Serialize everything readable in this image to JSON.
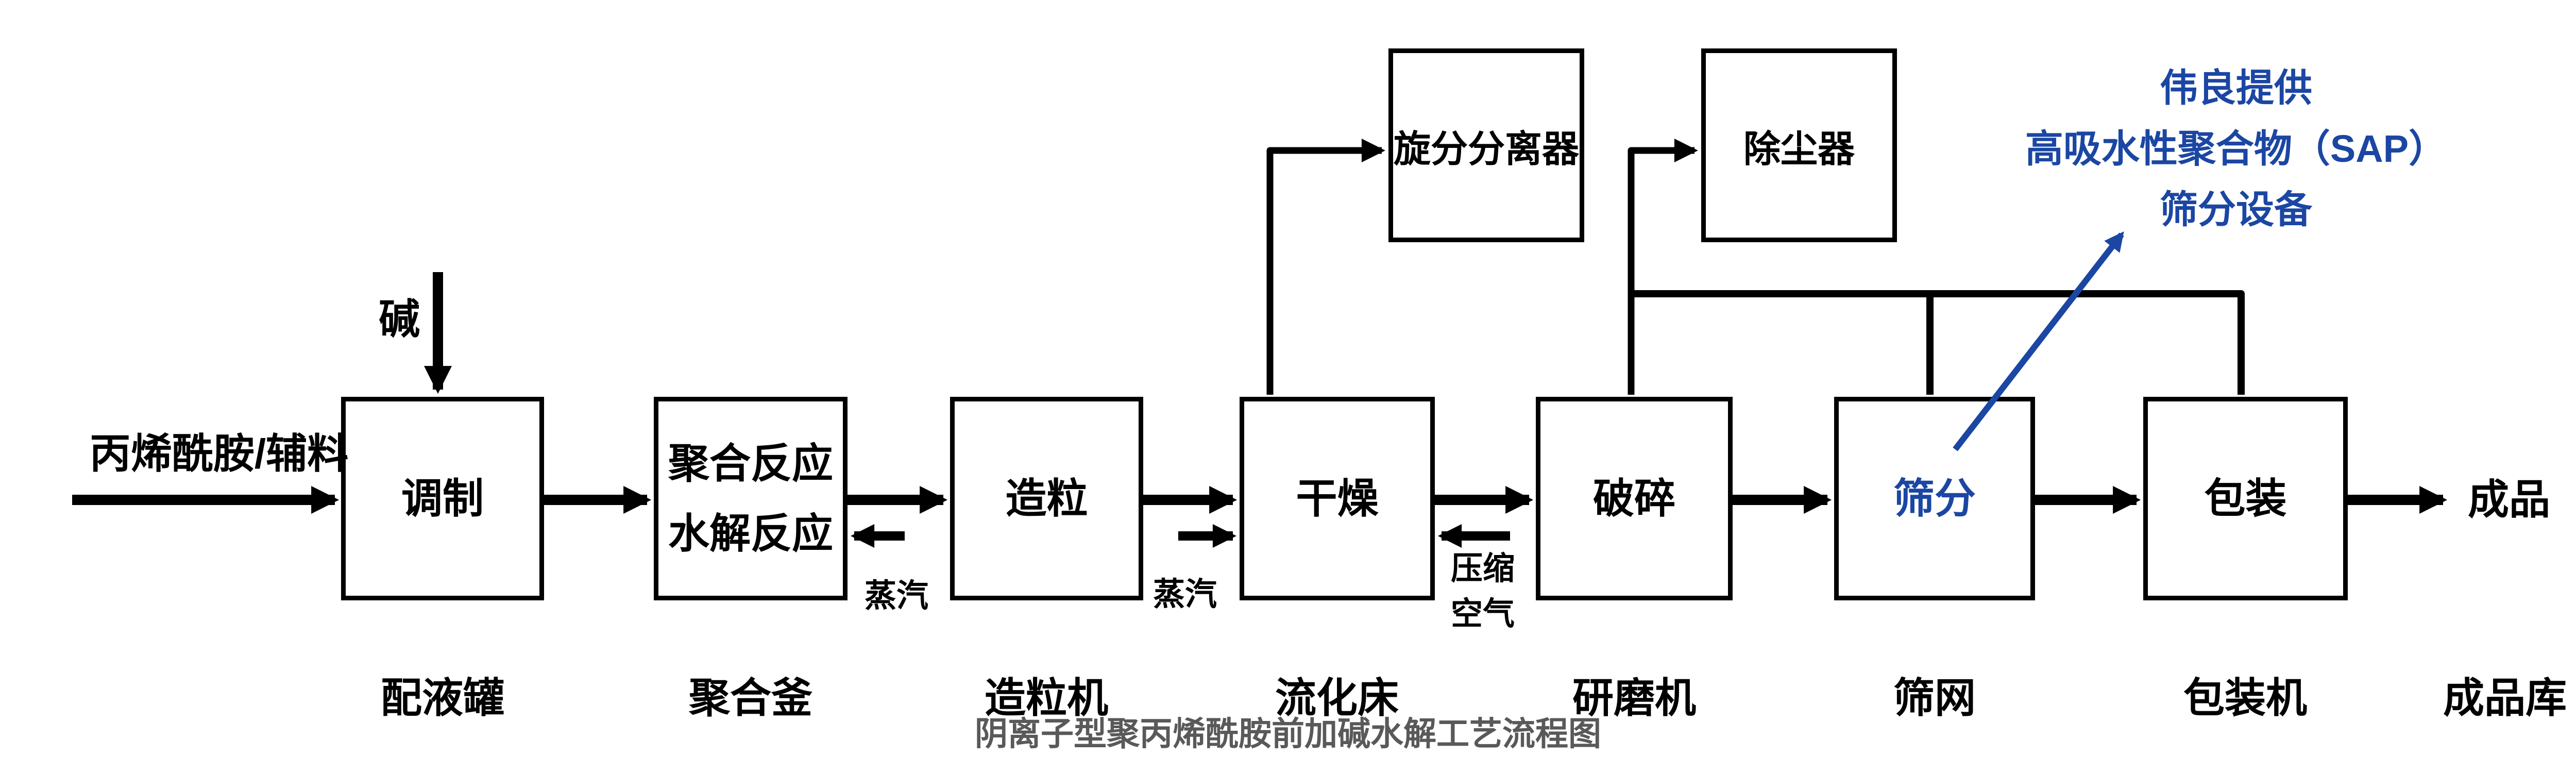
{
  "diagram_title": "阴离子型聚丙烯酰胺前加碱水解工艺流程图",
  "colors": {
    "line": "#000000",
    "accent_blue": "#1B46A3",
    "title_gray": "#595959"
  },
  "feed_label": "丙烯酰胺/辅料",
  "alkali_label": "碱",
  "process_boxes": [
    {
      "name": "调制",
      "equipment": "配液罐",
      "highlight": false
    },
    {
      "name": "聚合反应\n水解反应",
      "equipment": "聚合釜",
      "highlight": false
    },
    {
      "name": "造粒",
      "equipment": "造粒机",
      "highlight": false
    },
    {
      "name": "干燥",
      "equipment": "流化床",
      "highlight": false
    },
    {
      "name": "破碎",
      "equipment": "研磨机",
      "highlight": false
    },
    {
      "name": "筛分",
      "equipment": "筛网",
      "highlight": true
    },
    {
      "name": "包装",
      "equipment": "包装机",
      "highlight": false
    }
  ],
  "top_boxes": [
    {
      "name": "旋分分离器"
    },
    {
      "name": "除尘器"
    }
  ],
  "utility_labels": {
    "steam_reactor": "蒸汽",
    "steam_dryer": "蒸汽",
    "compressed_air": "压缩\n空气"
  },
  "output": {
    "product": "成品",
    "warehouse": "成品库"
  },
  "callout": {
    "line1": "伟良提供",
    "line2": "高吸水性聚合物（SAP）",
    "line3": "筛分设备"
  }
}
